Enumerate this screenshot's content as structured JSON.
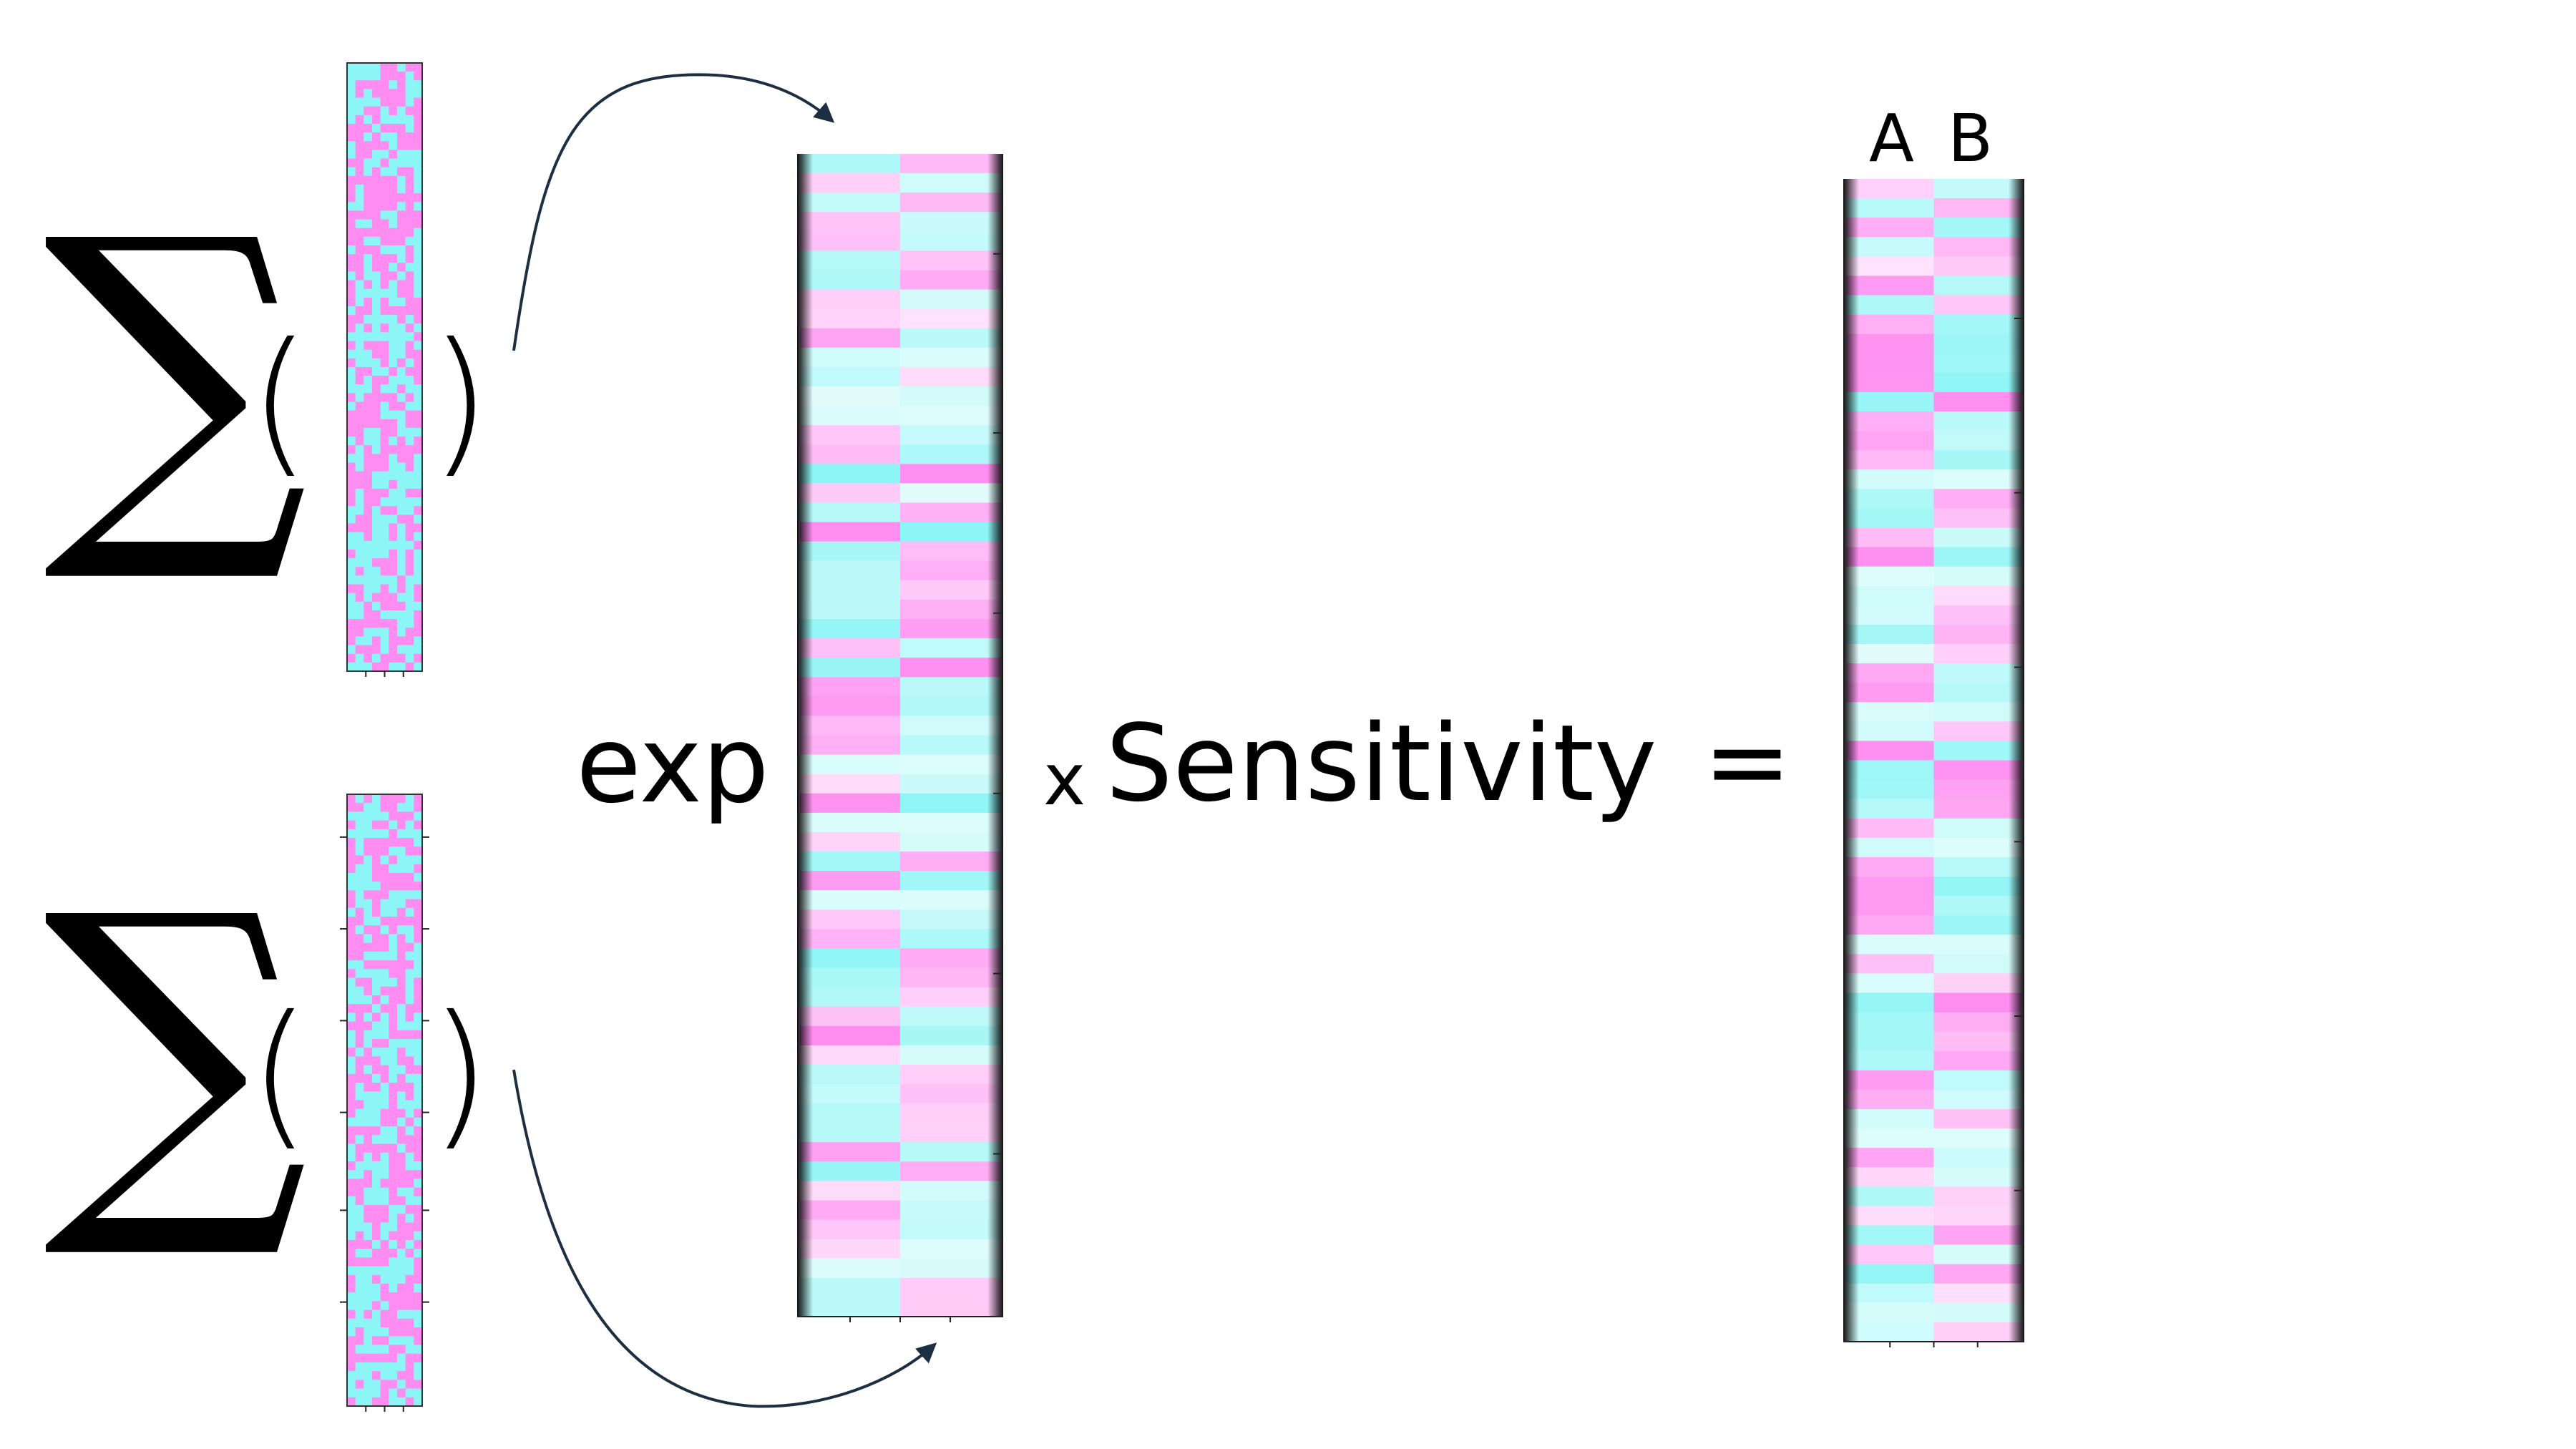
{
  "sum_symbol": "∑",
  "open_paren": "(",
  "close_paren": ")",
  "exp_label": "exp",
  "times_symbol": "x",
  "sensitivity_label": "Sensitivity",
  "equals_symbol": "=",
  "result_columns": [
    "A",
    "B"
  ],
  "colors": {
    "pink": "#ff8cf0",
    "cyan": "#8cf5f5",
    "arrow": "#1c2e42",
    "frame": "#000000"
  },
  "icons": [
    "arrow-icon"
  ]
}
